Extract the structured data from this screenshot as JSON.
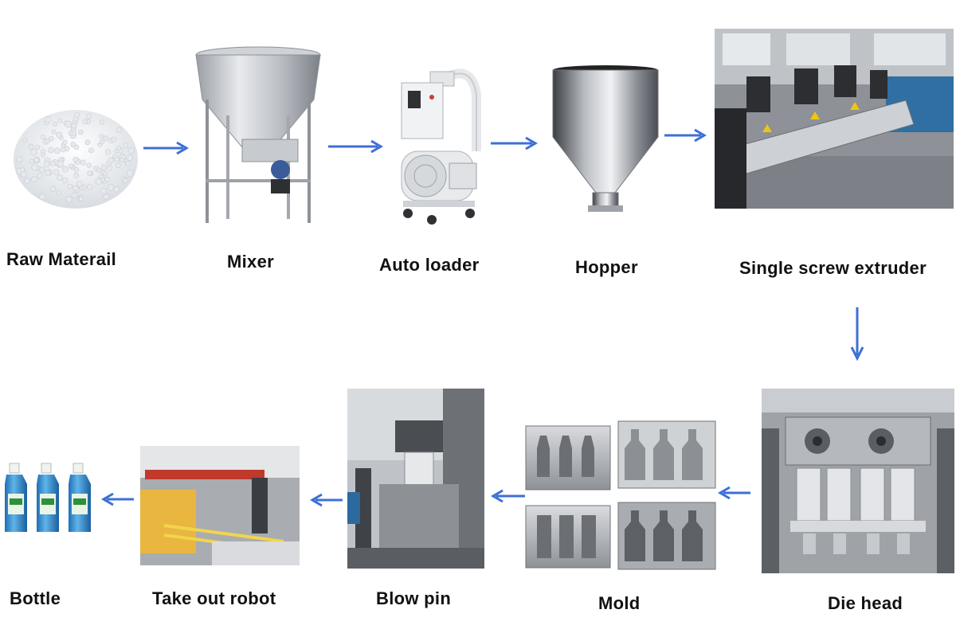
{
  "diagram": {
    "stages": [
      {
        "id": "raw",
        "label": "Raw Materail",
        "icon": "plastic-pellets-icon"
      },
      {
        "id": "mixer",
        "label": "Mixer",
        "icon": "mixer-machine-icon"
      },
      {
        "id": "loader",
        "label": "Auto loader",
        "icon": "auto-loader-icon"
      },
      {
        "id": "hopper",
        "label": "Hopper",
        "icon": "hopper-icon"
      },
      {
        "id": "extruder",
        "label": "Single screw extruder",
        "icon": "extruder-icon"
      },
      {
        "id": "diehead",
        "label": "Die head",
        "icon": "die-head-icon"
      },
      {
        "id": "mold",
        "label": "Mold",
        "icon": "mold-icon"
      },
      {
        "id": "blowpin",
        "label": "Blow pin",
        "icon": "blow-pin-icon"
      },
      {
        "id": "robot",
        "label": "Take out robot",
        "icon": "take-out-robot-icon"
      },
      {
        "id": "bottle",
        "label": "Bottle",
        "icon": "bottle-icon"
      }
    ],
    "arrow_color": "#3d6fd6"
  }
}
